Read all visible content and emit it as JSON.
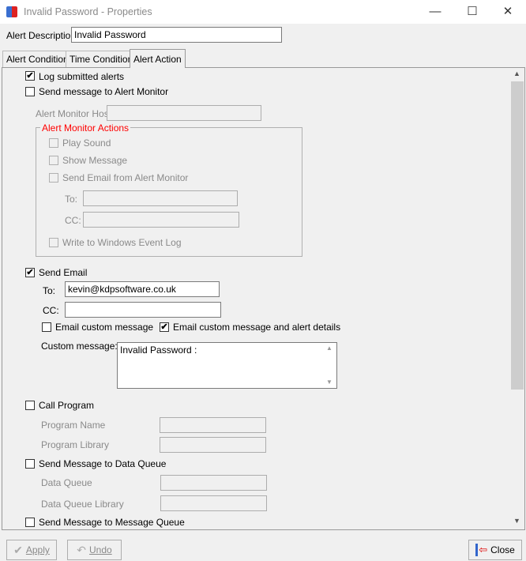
{
  "window": {
    "title": "Invalid Password - Properties",
    "minimize": "—",
    "maximize": "☐",
    "close": "✕"
  },
  "description": {
    "label": "Alert Description",
    "value": "Invalid Password"
  },
  "tabs": [
    {
      "label": "Alert Condition"
    },
    {
      "label": "Time Condition"
    },
    {
      "label": "Alert Action"
    }
  ],
  "log": {
    "label": "Log submitted alerts",
    "checked": true
  },
  "alert_monitor": {
    "label": "Send message to Alert Monitor",
    "checked": false,
    "host_label": "Alert Monitor Host",
    "host_value": "",
    "group_label": "Alert Monitor Actions",
    "play_sound": "Play Sound",
    "show_message": "Show Message",
    "send_email": "Send Email from Alert Monitor",
    "to_label": "To:",
    "cc_label": "CC:",
    "event_log": "Write to Windows Event Log"
  },
  "send_email": {
    "label": "Send Email",
    "checked": true,
    "to_label": "To:",
    "to_value": "kevin@kdpsoftware.co.uk",
    "cc_label": "CC:",
    "cc_value": "",
    "custom_only": "Email custom message",
    "custom_only_checked": false,
    "custom_details": "Email custom message and alert details",
    "custom_details_checked": true,
    "custom_label": "Custom message:",
    "custom_value": "Invalid Password :"
  },
  "call_program": {
    "label": "Call Program",
    "name_label": "Program Name",
    "library_label": "Program Library"
  },
  "data_queue": {
    "label": "Send Message to Data Queue",
    "queue_label": "Data Queue",
    "library_label": "Data Queue Library"
  },
  "message_queue": {
    "label": "Send Message to Message Queue"
  },
  "buttons": {
    "apply": "Apply",
    "undo": "Undo",
    "close": "Close"
  },
  "colors": {
    "group_label": "#ff0000"
  }
}
